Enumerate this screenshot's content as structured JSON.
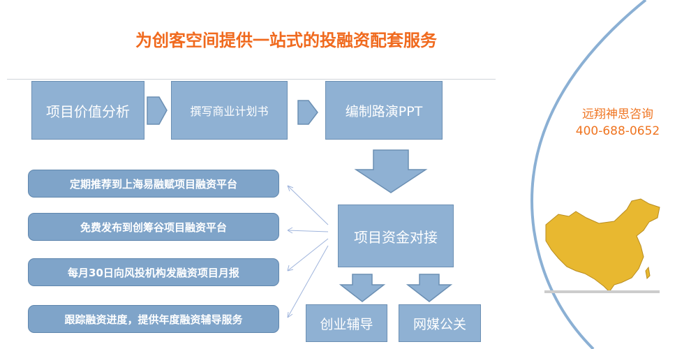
{
  "title": "为创客空间提供一站式的投融资配套服务",
  "steps": [
    "项目价值分析",
    "撰写商业计划书",
    "编制路演PPT"
  ],
  "center": "项目资金对接",
  "services": [
    "定期推荐到上海易融赋项目融资平台",
    "免费发布到创筹谷项目融资平台",
    "每月30日向风投机构发融资项目月报",
    "跟踪融资进度，提供年度融资辅导服务"
  ],
  "outputs": [
    "创业辅导",
    "网媒公关"
  ],
  "company": {
    "name": "远翔神思咨询",
    "phone": "400-688-0652"
  },
  "colors": {
    "title": "#f06a1e",
    "box": "#8fb1d3",
    "arc": "#7fa4c9",
    "map": "#e8b830"
  }
}
